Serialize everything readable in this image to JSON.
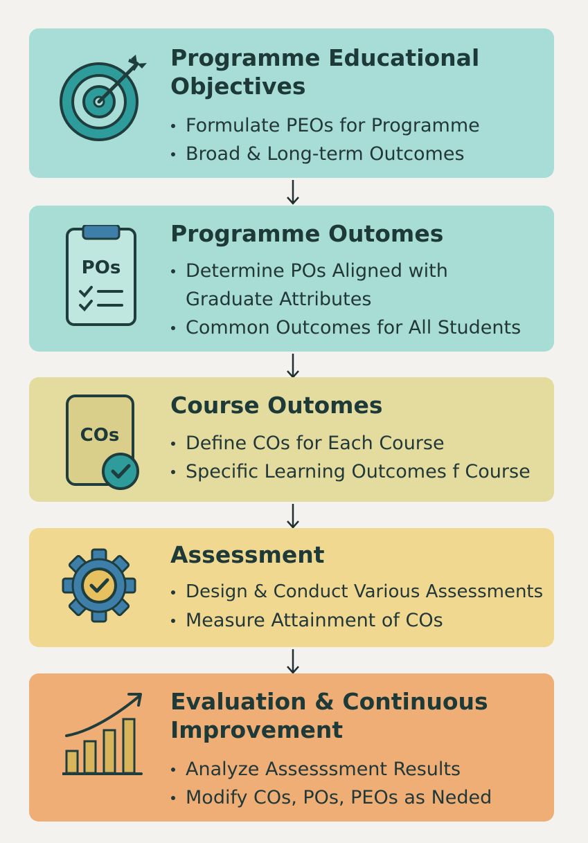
{
  "colors": {
    "peo": "#a7ddd6",
    "po": "#a8ddd6",
    "co": "#e3dc9e",
    "assessment": "#f1d891",
    "evaluation": "#eeae76",
    "icon_teal": "#2f9c9c",
    "icon_blue": "#3d7fa8",
    "icon_gold": "#d8b55a",
    "text": "#1d3a39"
  },
  "steps": [
    {
      "title": "Programme Educational Objectives",
      "icon": "target-icon",
      "bullets": [
        "Formulate PEOs for Programme",
        "Broad & Long-term Outcomes"
      ]
    },
    {
      "title": "Programme Outomes",
      "icon": "clipboard-checklist-icon",
      "icon_label": "POs",
      "bullets": [
        "Determine POs Aligned with Graduate Attributes",
        "Common Outcomes for All Students"
      ]
    },
    {
      "title": "Course Outomes",
      "icon": "document-check-icon",
      "icon_label": "COs",
      "bullets": [
        "Define COs for Each Course",
        "Specific Learning Outcomes f Course"
      ]
    },
    {
      "title": "Assessment",
      "icon": "gear-check-icon",
      "bullets": [
        "Design & Conduct Various Assessments",
        "Measure Attainment of COs"
      ]
    },
    {
      "title": "Evaluation & Continuous Improvement",
      "icon": "growth-chart-icon",
      "bullets": [
        "Analyze Assesssment Results",
        "Modify COs, POs, PEOs as Neded"
      ]
    }
  ]
}
